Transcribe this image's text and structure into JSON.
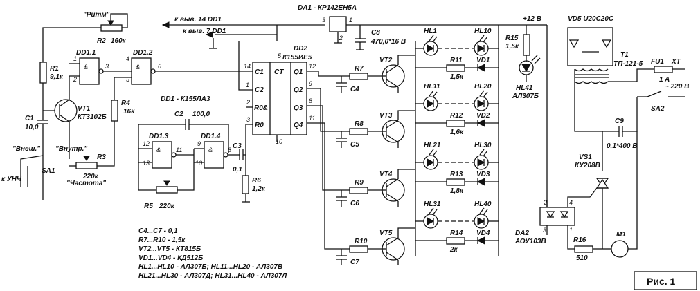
{
  "figure_label": "Рис. 1",
  "top_labels": {
    "to_14": "к выв. 14 DD1",
    "to_7": "к выв. 7 DD1",
    "da1": "DA1 - КР142ЕН5А",
    "plus12": "+12 В",
    "vd5": "VD5  U20C20C"
  },
  "left": {
    "ritm": "\"Ритм\"",
    "r2_name": "R2",
    "r2_val": "160к",
    "r1_name": "R1",
    "r1_val": "9,1к",
    "vt1_name": "VT1",
    "vt1_val": "КТ3102Б",
    "c1_name": "C1",
    "c1_val": "10,0",
    "vnesh": "\"Внеш.\"",
    "vnutr": "\"Внутр.\"",
    "sa1": "SA1",
    "k_unch": "к УНЧ",
    "r3_name": "R3",
    "r3_val": "220к",
    "chastota": "\"Частота\"",
    "r4_name": "R4",
    "r4_val": "16к",
    "dd1_1": "DD1.1",
    "dd1_2": "DD1.2",
    "dd1": "DD1 - К155ЛА3",
    "dd1_3": "DD1.3",
    "dd1_4": "DD1.4",
    "c2_name": "C2",
    "c2_val": "100,0",
    "r5_name": "R5",
    "r5_val": "220к",
    "c3_name": "C3",
    "c3_val": "0,1",
    "r6_name": "R6",
    "r6_val": "1,2к",
    "amp": "&"
  },
  "counter": {
    "name": "DD2",
    "part": "К155ИЕ5",
    "ct": "CT",
    "c1": "C1",
    "c2": "C2",
    "r0and": "R0&",
    "r0": "R0",
    "q1": "Q1",
    "q2": "Q2",
    "q3": "Q3",
    "q4": "Q4"
  },
  "stages": [
    {
      "r_in": "R7",
      "c": "C4",
      "vt": "VT2",
      "hl_a": "HL1",
      "hl_b": "HL10",
      "r_out": "R11",
      "r_out_val": "1,5к",
      "vd": "VD1"
    },
    {
      "r_in": "R8",
      "c": "C5",
      "vt": "VT3",
      "hl_a": "HL11",
      "hl_b": "HL20",
      "r_out": "R12",
      "r_out_val": "1,6к",
      "vd": "VD2"
    },
    {
      "r_in": "R9",
      "c": "C6",
      "vt": "VT4",
      "hl_a": "HL21",
      "hl_b": "HL30",
      "r_out": "R13",
      "r_out_val": "1,8к",
      "vd": "VD3"
    },
    {
      "r_in": "R10",
      "c": "C7",
      "vt": "VT5",
      "hl_a": "HL31",
      "hl_b": "HL40",
      "r_out": "R14",
      "r_out_val": "2к",
      "vd": "VD4"
    }
  ],
  "right": {
    "c8_name": "C8",
    "c8_val": "470,0*16 В",
    "r15_name": "R15",
    "r15_val": "1,5к",
    "hl41_name": "HL41",
    "hl41_val": "АЛ307Б",
    "t1_name": "T1",
    "t1_val": "ТП-121-5",
    "fu1_name": "FU1",
    "fu1_val": "1 A",
    "xt": "XT",
    "mains": "~ 220 В",
    "sa2": "SA2",
    "c9_name": "C9",
    "c9_val": "0,1*400 В",
    "vs1_name": "VS1",
    "vs1_val": "КУ208В",
    "da2_name": "DA2",
    "da2_val": "АОУ103В",
    "r16_name": "R16",
    "r16_val": "510",
    "m1": "M1"
  },
  "notes": [
    "C4...C7 - 0,1",
    "R7...R10 - 1,5к",
    "VT2...VT5 - КТ815Б",
    "VD1...VD4 - КД512Б",
    "HL1...HL10 - АЛ307Б; HL11...HL20 - АЛ307В",
    "HL21...HL30 - АЛ307Д; HL31...HL40 - АЛ307Л"
  ]
}
